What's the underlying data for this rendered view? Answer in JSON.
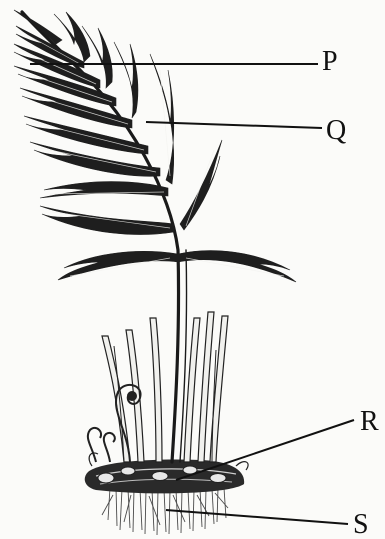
{
  "labels": {
    "p": "P",
    "q": "Q",
    "r": "R",
    "s": "S"
  },
  "colors": {
    "ink": "#1a1a1a",
    "paper": "#fbfbf9"
  }
}
